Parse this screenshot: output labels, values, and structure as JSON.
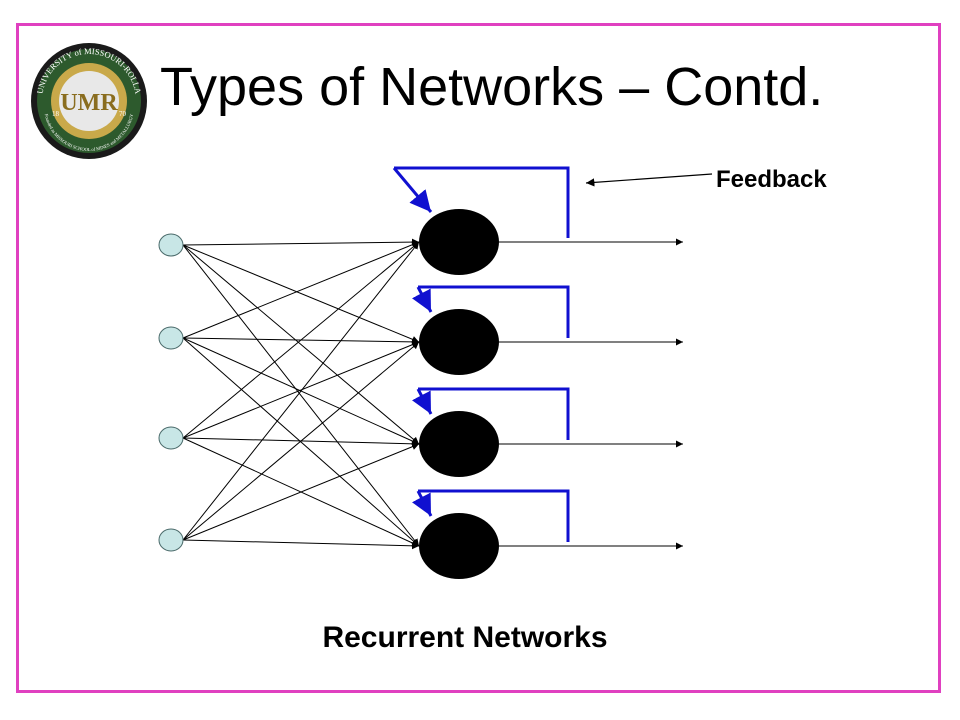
{
  "slide": {
    "title": "Types of Networks – Contd.",
    "frame_color": "#e040c0"
  },
  "logo": {
    "icon": "university-seal-icon",
    "initials": "UMR",
    "ring_text": "UNIVERSITY of MISSOURI-ROLLA",
    "ring_text_bottom": "Founded as MISSOURI SCHOOL of MINES and METALLURGY",
    "year_left": "18",
    "year_right": "70"
  },
  "diagram": {
    "feedback_label": "Feedback",
    "caption": "Recurrent Networks",
    "input_node_count": 4,
    "output_node_count": 4,
    "input_node_color": "#c8e6e6",
    "output_node_color": "#000000",
    "feedback_color": "#1010d0",
    "connection_color": "#000000"
  }
}
